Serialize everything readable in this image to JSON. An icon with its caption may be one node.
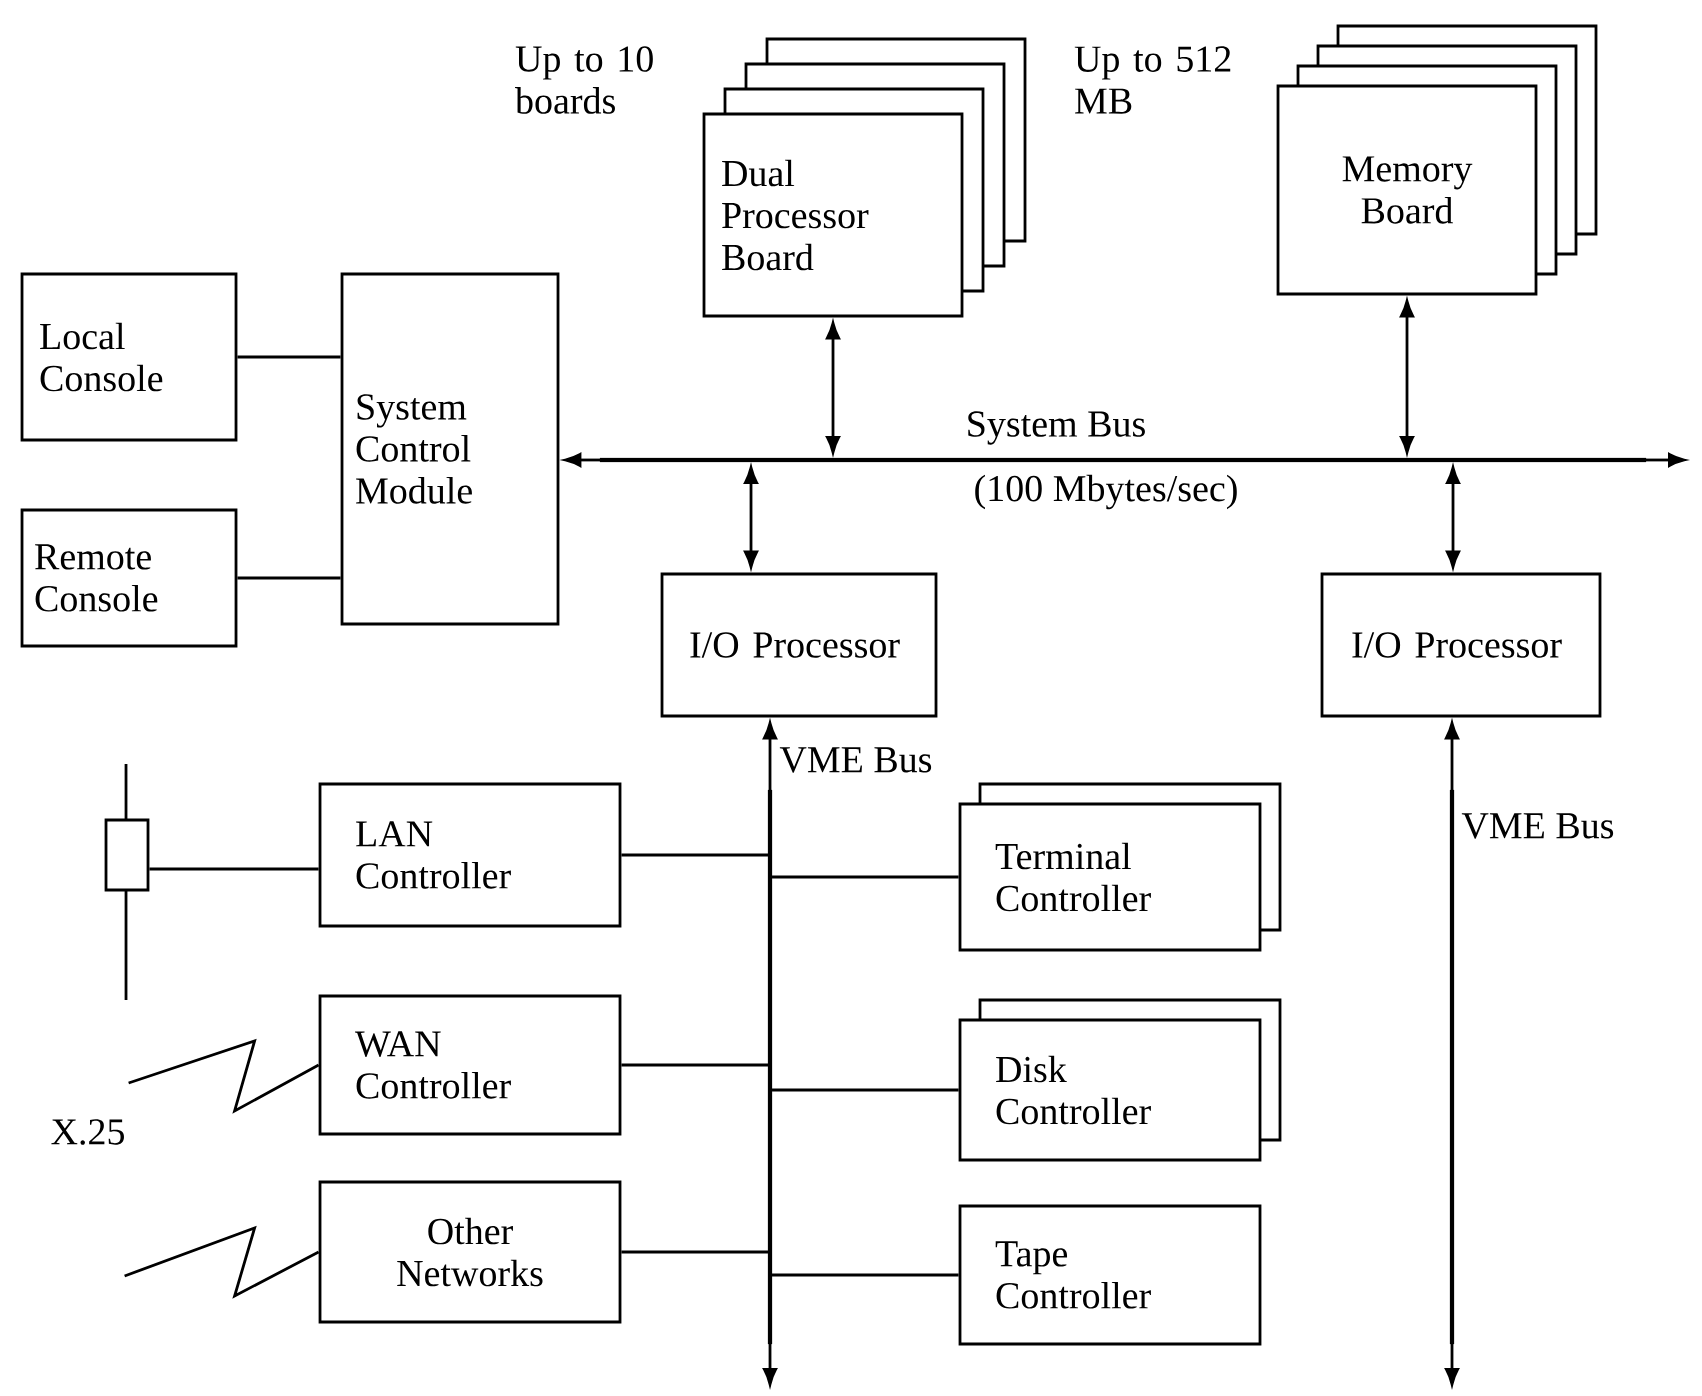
{
  "diagram": {
    "nodes": [
      {
        "text": [
          "Dual Processor Board"
        ],
        "beside": [
          "Up to 10 boards"
        ]
      },
      {
        "text": [
          "Memory Board"
        ],
        "beside": [
          "Up to 512 MB"
        ]
      },
      {
        "text": [
          "Local Console"
        ]
      },
      {
        "text": [
          "Remote Console"
        ]
      },
      {
        "text": [
          "System Control Module"
        ]
      },
      {
        "text": [],
        "shape": "bar",
        "beside": [
          "System Bus",
          "(100 Mbytes/sec)"
        ]
      },
      {
        "text": [
          "I/O Processor"
        ]
      },
      {
        "text": [
          "I/O Processor"
        ]
      },
      {
        "text": [],
        "shape": "bar",
        "beside": [
          "VME Bus"
        ]
      },
      {
        "text": [
          "LAN Controller"
        ]
      },
      {
        "text": [
          "Terminal Controller"
        ]
      },
      {
        "text": [
          "WAN Controller"
        ]
      },
      {
        "text": [
          "Disk Controller"
        ]
      },
      {
        "text": [
          "Other Networks"
        ]
      },
      {
        "text": [
          "Tape Controller"
        ]
      },
      {
        "text": [],
        "shape": "bar",
        "beside": [
          "VME Bus"
        ]
      },
      {
        "text": [],
        "shape": "box"
      }
    ],
    "edges": [
      {
        "from": 2,
        "to": 4,
        "arrow": "none"
      },
      {
        "from": 3,
        "to": 4,
        "arrow": "none"
      },
      {
        "from": 0,
        "to": 5,
        "arrow": "both"
      },
      {
        "from": 1,
        "to": 5,
        "arrow": "both"
      },
      {
        "from": 5,
        "to": 4,
        "arrow": "to"
      },
      {
        "from": 5,
        "to": null,
        "arrow": "to"
      },
      {
        "from": 5,
        "to": 6,
        "arrow": "both"
      },
      {
        "from": 5,
        "to": 7,
        "arrow": "both"
      },
      {
        "from": 8,
        "to": 6,
        "arrow": "to"
      },
      {
        "from": 8,
        "to": null,
        "arrow": "to"
      },
      {
        "from": 9,
        "to": 8,
        "arrow": "none"
      },
      {
        "from": 10,
        "to": 8,
        "arrow": "none"
      },
      {
        "from": 11,
        "to": 8,
        "arrow": "none"
      },
      {
        "from": 12,
        "to": 8,
        "arrow": "none"
      },
      {
        "from": 13,
        "to": 8,
        "arrow": "none"
      },
      {
        "from": 14,
        "to": 8,
        "arrow": "none"
      },
      {
        "from": 15,
        "to": 7,
        "arrow": "to"
      },
      {
        "from": 15,
        "to": null,
        "arrow": "to"
      },
      {
        "from": 9,
        "to": 16,
        "arrow": "none"
      },
      {
        "from": 11,
        "to": null,
        "arrow": "none"
      },
      {
        "from": 13,
        "to": null,
        "arrow": "none"
      }
    ],
    "labels": [
      "X.25"
    ]
  }
}
